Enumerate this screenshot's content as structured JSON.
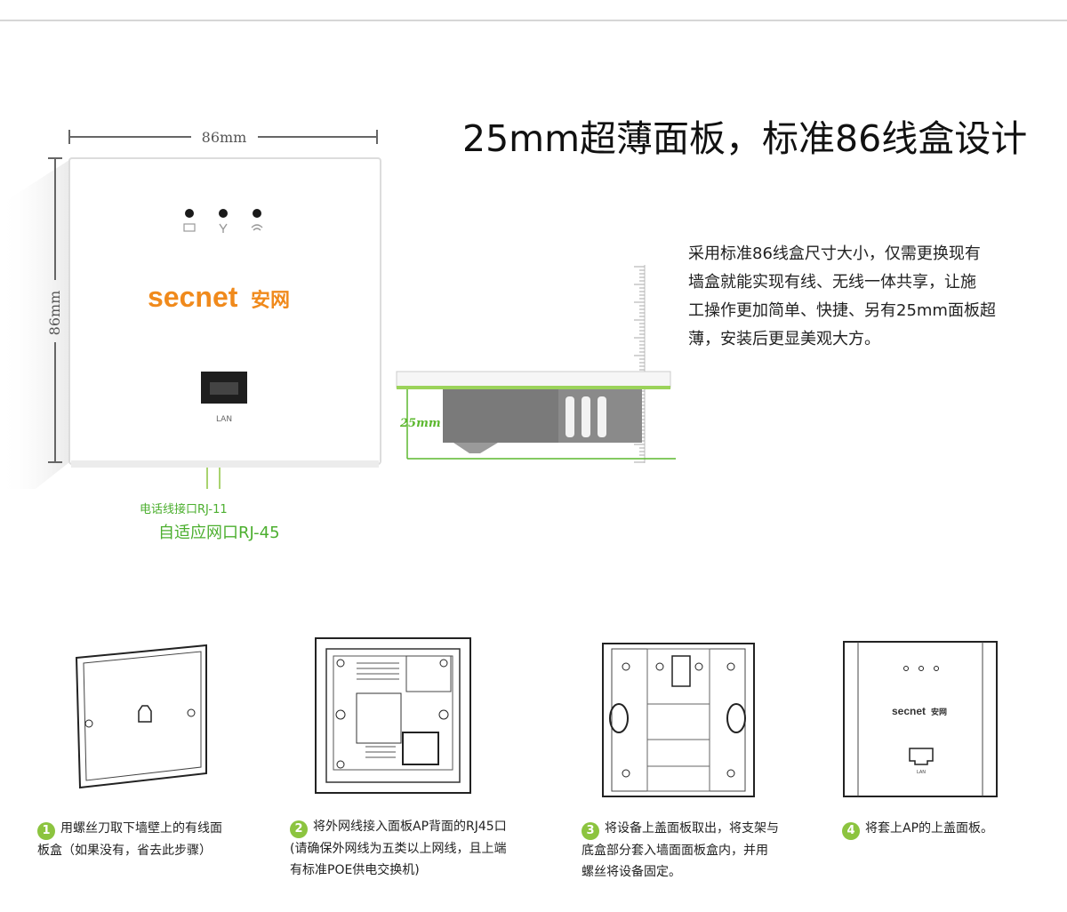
{
  "headline": "25mm超薄面板，标准86线盒设计",
  "description": {
    "lines": [
      "采用标准86线盒尺寸大小，仅需更换现有",
      "墙盒就能实现有线、无线一体共享，让施",
      "工操作更加简单、快捷、另有25mm面板超",
      "薄，安装后更显美观大方。"
    ]
  },
  "panel": {
    "width_label": "86mm",
    "height_label": "86mm",
    "brand": "secnet",
    "brand_cn": "安网",
    "lan_label": "LAN"
  },
  "side_view": {
    "depth_label": "25mm"
  },
  "ports": {
    "rj11": "电话线接口RJ-11",
    "rj45": "自适应网口RJ-45"
  },
  "steps": [
    {
      "num": "1",
      "lines": [
        "用螺丝刀取下墙壁上的有线面",
        "板盒（如果没有，省去此步骤）"
      ]
    },
    {
      "num": "2",
      "lines": [
        "将外网线接入面板AP背面的RJ45口",
        "(请确保外网线为五类以上网线，且上端",
        "有标准POE供电交换机)"
      ]
    },
    {
      "num": "3",
      "lines": [
        "将设备上盖面板取出，将支架与",
        "底盒部分套入墙面面板盒内，并用",
        "螺丝将设备固定。"
      ]
    },
    {
      "num": "4",
      "lines": [
        "将套上AP的上盖面板。"
      ]
    }
  ],
  "colors": {
    "accent_green": "#8cc43f",
    "brand_orange": "#f08a1c",
    "brand_gray": "#555555"
  }
}
